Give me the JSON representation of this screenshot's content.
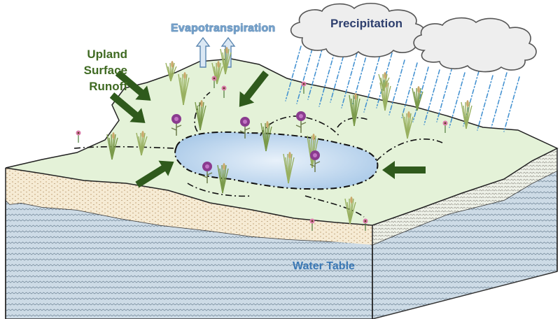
{
  "labels": {
    "upland_runoff": [
      "Upland",
      "Surface",
      "Runoff"
    ],
    "evapotranspiration": "Evapotranspiration",
    "precipitation": "Precipitation",
    "water_table": "Water Table"
  },
  "colors": {
    "surface": "#e4f2d8",
    "sand": "#f5ead2",
    "aquifer": "#c9d8e4",
    "arrow": "#2f5a1c",
    "pond": "#c2d9ef",
    "cloud": "#eeeeee",
    "rain": "#3f8fd0",
    "label_green": "#3f6a22",
    "label_blue": "#3a78b5"
  },
  "icons": [
    "inflow-arrow",
    "evapotranspiration-arrow",
    "cloud-icon",
    "rain-streak",
    "grass-clump",
    "thistle-icon",
    "coneflower-icon"
  ]
}
